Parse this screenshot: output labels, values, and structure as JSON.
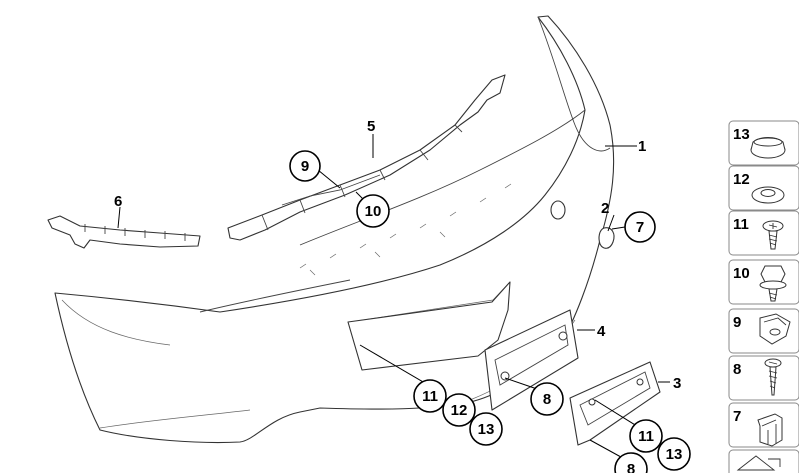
{
  "labels": {
    "p1": "1",
    "p2": "2",
    "p3": "3",
    "p4": "4",
    "p5": "5",
    "p6": "6",
    "c7": "7",
    "c9": "9",
    "c10": "10",
    "c11a": "11",
    "c12": "12",
    "c13a": "13",
    "c8a": "8",
    "c11b": "11",
    "c13b": "13",
    "c8b": "8"
  },
  "sidebar": {
    "items": [
      {
        "label": "13",
        "icon": "cap-icon"
      },
      {
        "label": "12",
        "icon": "washer-icon"
      },
      {
        "label": "11",
        "icon": "screw-icon"
      },
      {
        "label": "10",
        "icon": "flange-screw-icon"
      },
      {
        "label": "9",
        "icon": "clip-nut-icon"
      },
      {
        "label": "8",
        "icon": "tapping-screw-icon"
      },
      {
        "label": "7",
        "icon": "bracket-clip-icon"
      },
      {
        "label": "",
        "icon": "symbol-icon"
      }
    ]
  }
}
